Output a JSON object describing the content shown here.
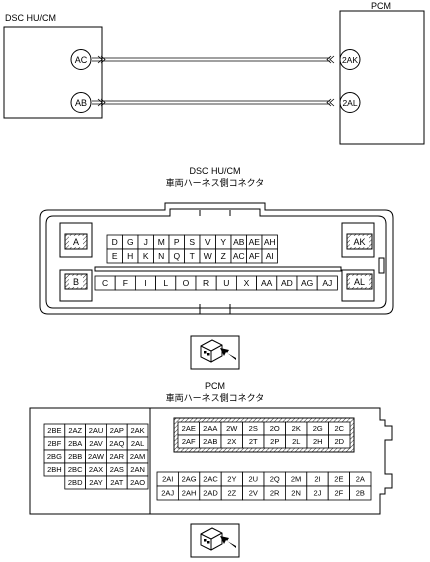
{
  "wiring": {
    "left_unit": "DSC HU/CM",
    "right_unit": "PCM",
    "left_terminals": [
      "AC",
      "AB"
    ],
    "right_terminals": [
      "2AK",
      "2AL"
    ]
  },
  "dsc_connector": {
    "title": "DSC HU/CM",
    "subtitle": "車両ハーネス側コネクタ",
    "row1": [
      "D",
      "G",
      "J",
      "M",
      "P",
      "S",
      "V",
      "Y",
      "AB",
      "AE",
      "AH"
    ],
    "row2": [
      "E",
      "H",
      "K",
      "N",
      "Q",
      "T",
      "W",
      "Z",
      "AC",
      "AF",
      "AI"
    ],
    "row3": [
      "C",
      "F",
      "I",
      "L",
      "O",
      "R",
      "U",
      "X",
      "AA",
      "AD",
      "AG",
      "AJ"
    ],
    "big_left_top": "A",
    "big_left_bottom": "B",
    "big_right_top": "AK",
    "big_right_bottom": "AL"
  },
  "pcm_connector": {
    "title": "PCM",
    "subtitle": "車両ハーネス側コネクタ",
    "left_block": [
      [
        "2BE",
        "2AZ",
        "2AU",
        "2AP",
        "2AK"
      ],
      [
        "2BF",
        "2BA",
        "2AV",
        "2AQ",
        "2AL"
      ],
      [
        "2BG",
        "2BB",
        "2AW",
        "2AR",
        "2AM"
      ],
      [
        "2BH",
        "2BC",
        "2AX",
        "2AS",
        "2AN"
      ],
      [
        "",
        "2BD",
        "2AY",
        "2AT",
        "2AO"
      ]
    ],
    "right_top_block": [
      [
        "2AE",
        "2AA",
        "2W",
        "2S",
        "2O",
        "2K",
        "2G",
        "2C"
      ],
      [
        "2AF",
        "2AB",
        "2X",
        "2T",
        "2P",
        "2L",
        "2H",
        "2D"
      ]
    ],
    "right_bottom_block": [
      [
        "2AI",
        "2AG",
        "2AC",
        "2Y",
        "2U",
        "2Q",
        "2M",
        "2I",
        "2E",
        "2A"
      ],
      [
        "2AJ",
        "2AH",
        "2AD",
        "2Z",
        "2V",
        "2R",
        "2N",
        "2J",
        "2F",
        "2B"
      ]
    ]
  }
}
